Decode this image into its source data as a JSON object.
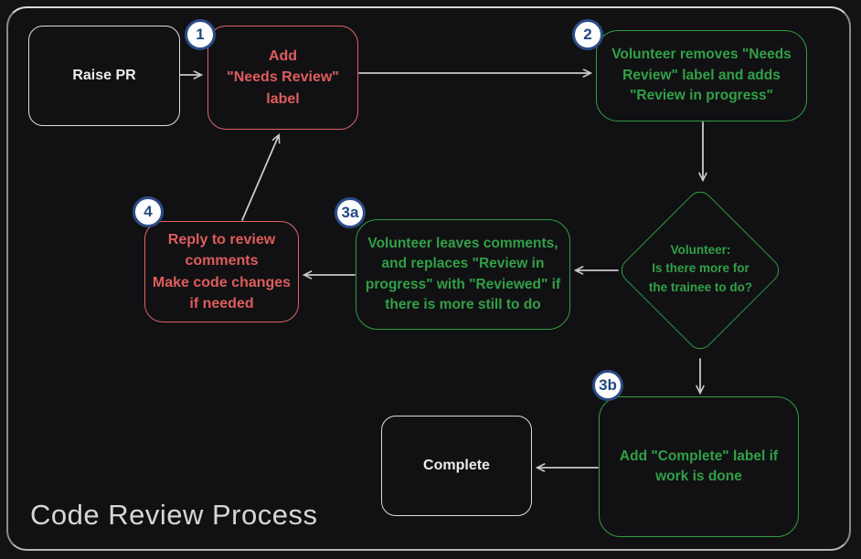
{
  "title": "Code Review Process",
  "colors": {
    "background": "#111113",
    "frame_border": "#b5b5b5",
    "red_accent": "#e05c5c",
    "green_accent": "#2f9e44",
    "neutral_node": "#ececec",
    "badge_border": "#2b4c86",
    "badge_text": "#24497f",
    "arrow": "#c9c9c9",
    "title_text": "#d6d6d6"
  },
  "nodes": {
    "raise_pr": {
      "label": "Raise PR"
    },
    "add_needs_review_label": {
      "badge": "1",
      "label": "Add\n\"Needs Review\"\nlabel"
    },
    "volunteer_removes_label": {
      "badge": "2",
      "label": "Volunteer removes \"Needs\nReview\" label and adds\n\"Review in progress\""
    },
    "decision_more_to_do": {
      "label": "Volunteer:\nIs there more for\nthe trainee to do?"
    },
    "volunteer_leaves_comments": {
      "badge": "3a",
      "label": "Volunteer leaves comments,\nand replaces \"Review in\nprogress\" with \"Reviewed\" if\nthere is more still to do"
    },
    "reply_to_review_comments": {
      "badge": "4",
      "label": "Reply to review\ncomments\nMake code changes\nif needed"
    },
    "add_complete_label": {
      "badge": "3b",
      "label": "Add \"Complete\" label if\nwork is done"
    },
    "complete": {
      "label": "Complete"
    }
  }
}
